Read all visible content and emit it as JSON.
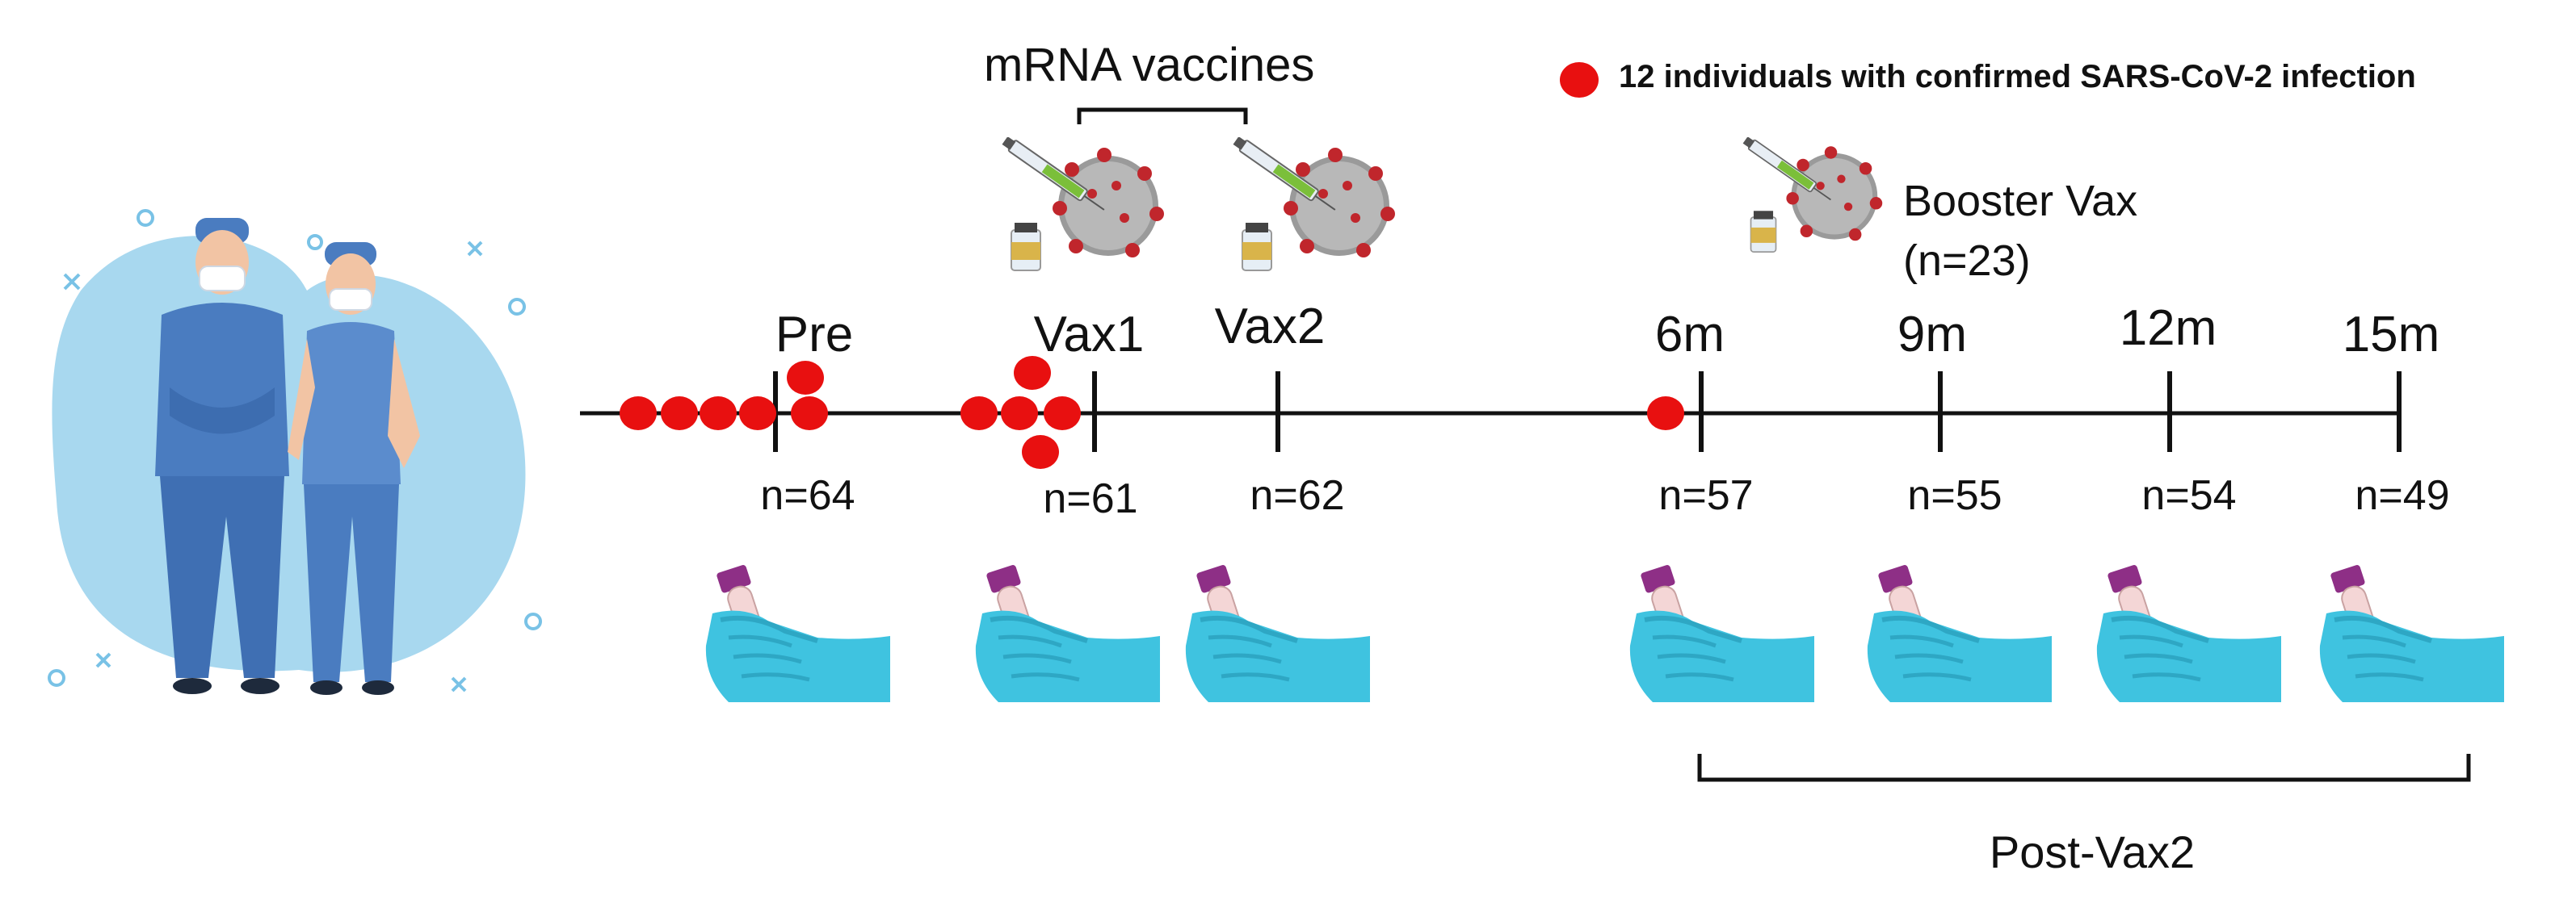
{
  "legend": {
    "text": "12 individuals with confirmed SARS-CoV-2 infection",
    "marker_color": "#e81010"
  },
  "vaccine_group_label": "mRNA vaccines",
  "booster": {
    "label": "Booster Vax",
    "count": "(n=23)"
  },
  "timepoints": [
    {
      "label": "Pre",
      "n": "n=64"
    },
    {
      "label": "Vax1",
      "n": "n=61"
    },
    {
      "label": "Vax2",
      "n": "n=62"
    },
    {
      "label": "6m",
      "n": "n=57"
    },
    {
      "label": "9m",
      "n": "n=55"
    },
    {
      "label": "12m",
      "n": "n=54"
    },
    {
      "label": "15m",
      "n": "n=49"
    }
  ],
  "post_vax_label": "Post-Vax2",
  "icons": {
    "healthcare_workers": "healthcare-workers-illustration",
    "vaccine": "syringe-vial-virus-icon",
    "blood_sample": "gloved-hand-blood-tube-icon"
  },
  "colors": {
    "infection": "#e81010",
    "timeline": "#111111",
    "blob": "#a8d8ef",
    "scrubs": "#4a7cc0",
    "glove": "#3fc3e0",
    "tube_cap": "#8e2f86",
    "blood": "#b0121c"
  }
}
